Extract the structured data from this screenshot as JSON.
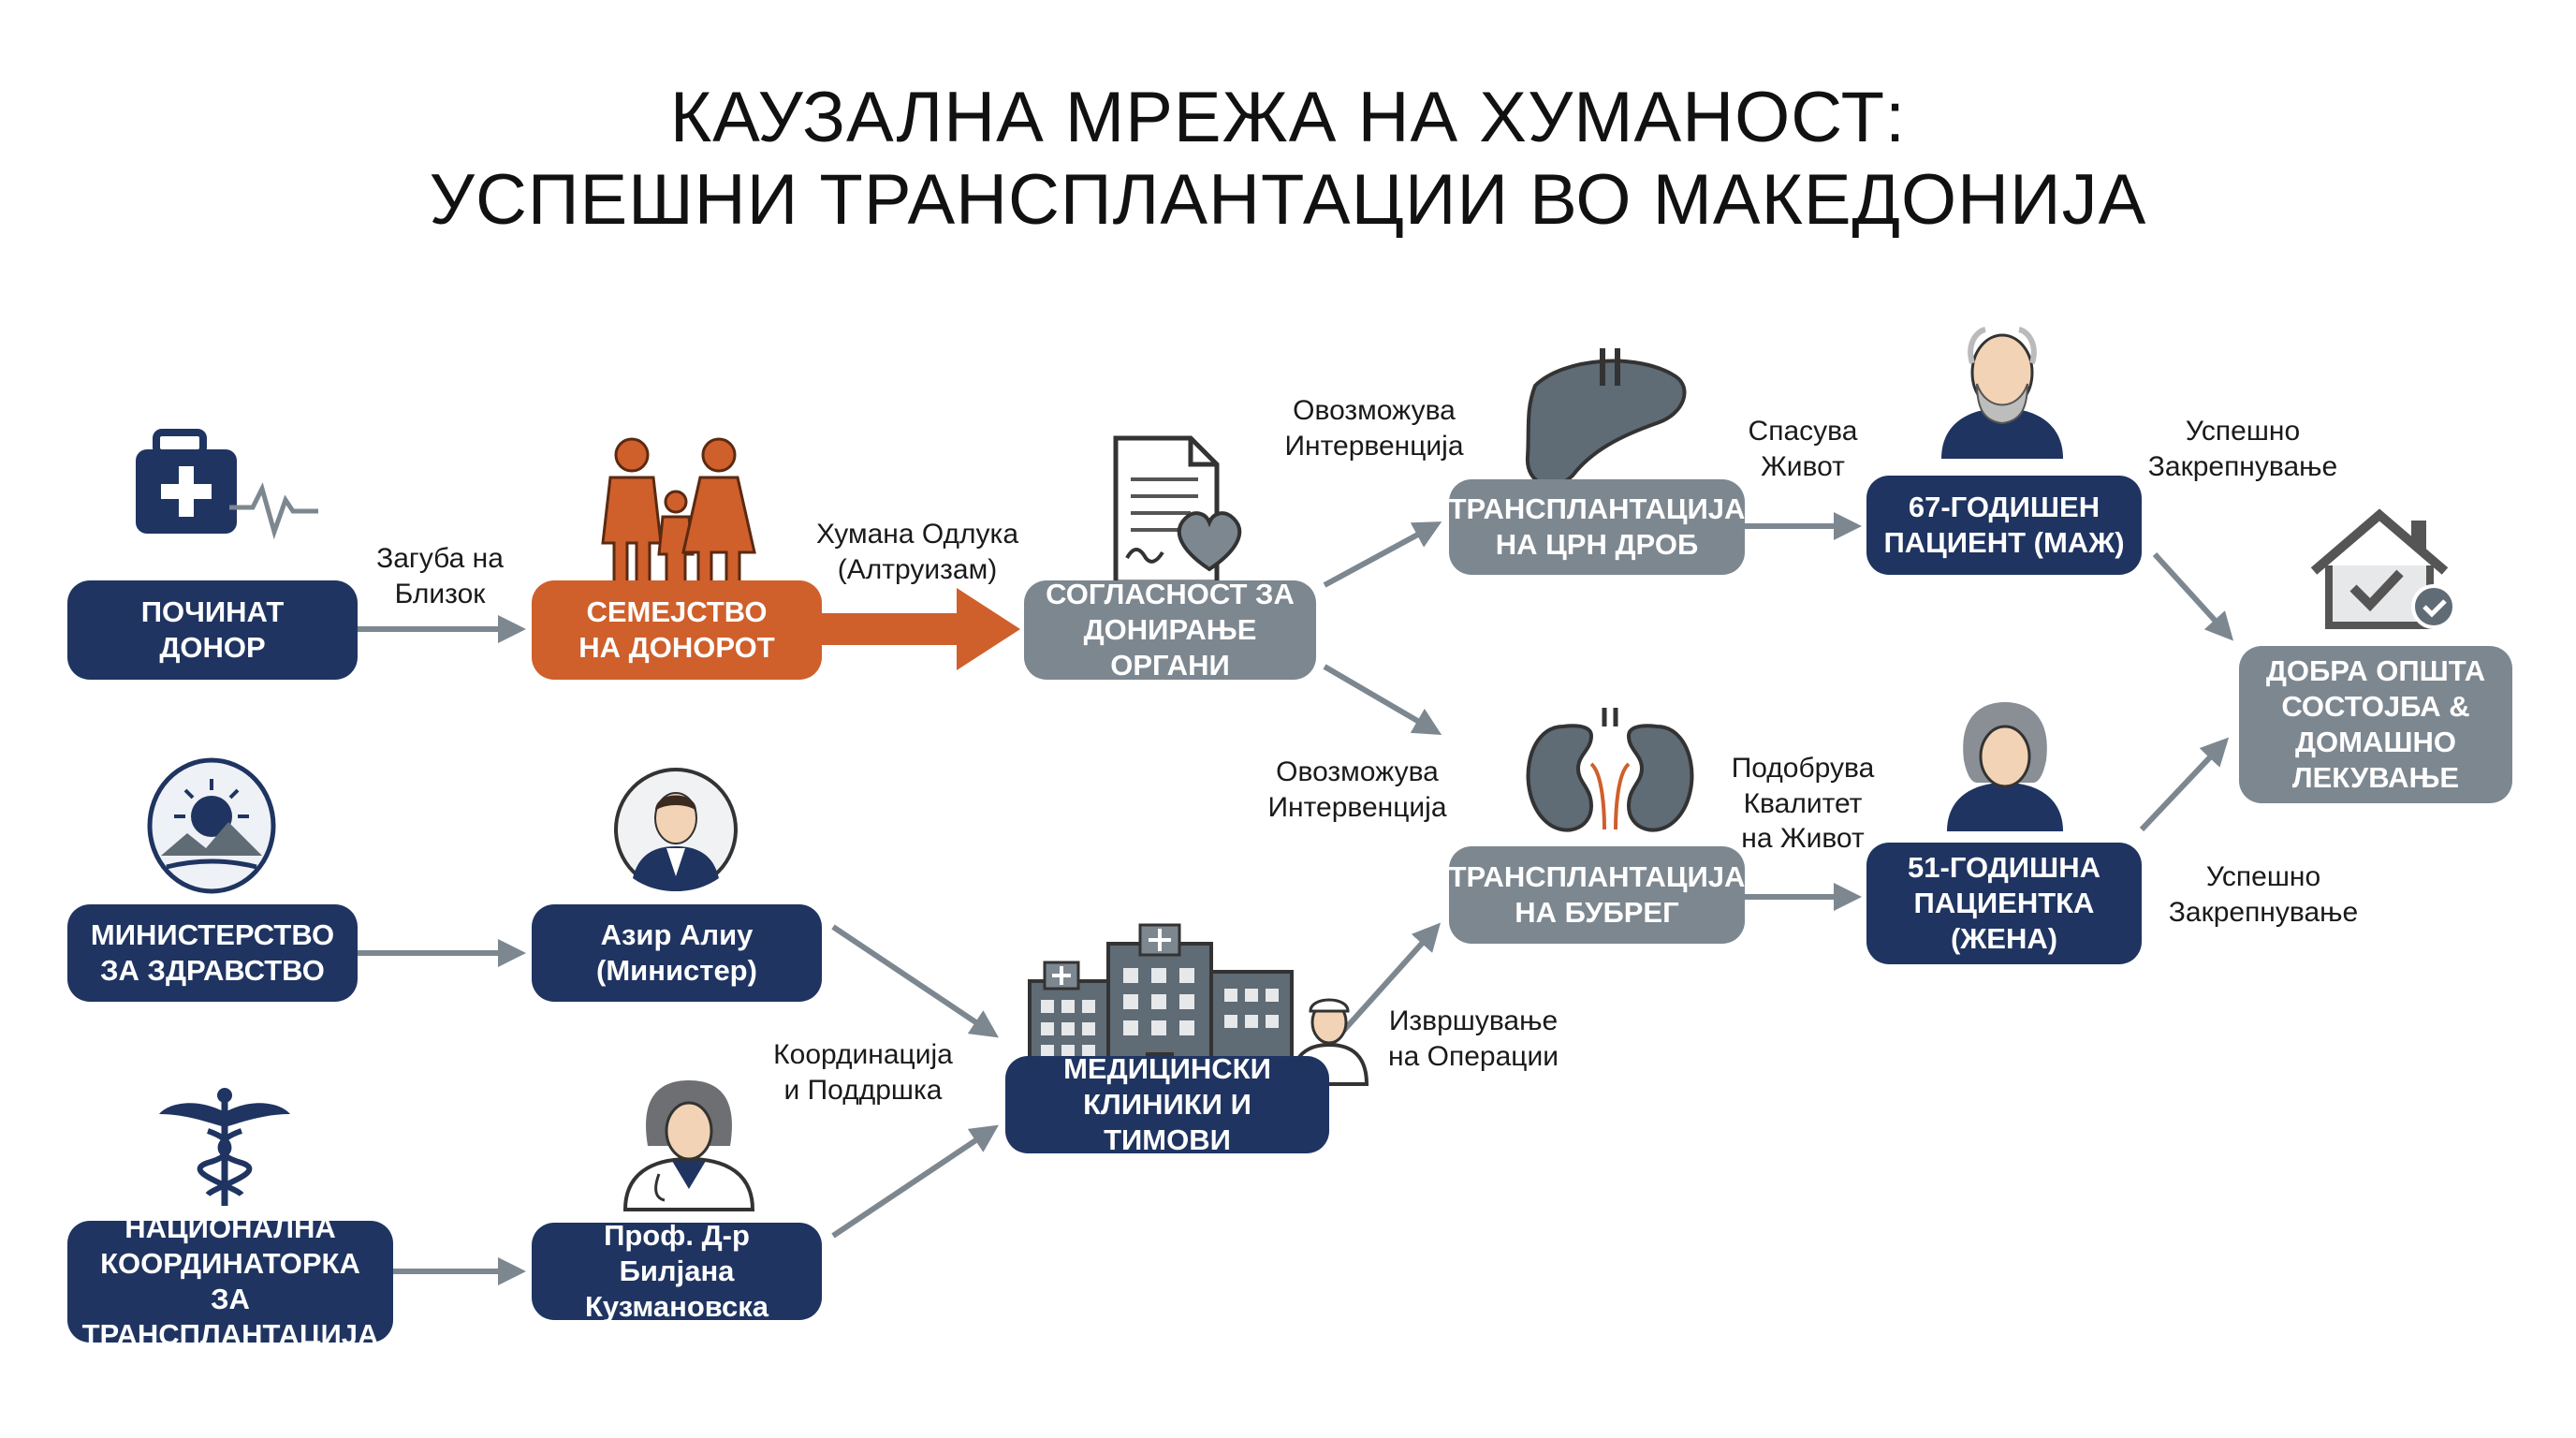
{
  "title": {
    "line1": "КАУЗАЛНА МРЕЖА НА ХУМАНОСТ:",
    "line2": "УСПЕШНИ ТРАНСПЛАНТАЦИИ ВО МАКЕДОНИЈА"
  },
  "nodes": {
    "donor": "ПОЧИНАТ\nДОНОР",
    "family": "СЕМЕЈСТВО\nНА ДОНОРОТ",
    "consent": "СОГЛАСНОСТ ЗА\nДОНИРАЊЕ ОРГАНИ",
    "liver": "ТРАНСПЛАНТАЦИЈА\nНА ЦРН ДРОБ",
    "kidney": "ТРАНСПЛАНТАЦИЈА\nНА БУБРЕГ",
    "patient_male": "67-ГОДИШЕН\nПАЦИЕНТ (МАЖ)",
    "patient_female": "51-ГОДИШНА\nПАЦИЕНТКА\n(ЖЕНА)",
    "outcome": "ДОБРА ОПШТА\nСОСТОЈБА &\nДОМАШНО\nЛЕКУВАЊЕ",
    "ministry": "МИНИСТЕРСТВО\nЗА ЗДРАВСТВО",
    "minister": "Азир Алиу\n(Министер)",
    "coordinator_role": "НАЦИОНАЛНА\nКООРДИНАТОРКА ЗА\nТРАНСПЛАНТАЦИЈА",
    "coordinator": "Проф. Д-р Билјана\nКузмановска",
    "clinics": "МЕДИЦИНСКИ\nКЛИНИКИ И ТИМОВИ"
  },
  "labels": {
    "loss": "Загуба на\nБлизок",
    "decision": "Хумана Одлука\n(Алтруизам)",
    "enables_top": "Овозможува\nИнтервенција",
    "enables_bottom": "Овозможува\nИнтервенција",
    "saves": "Спасува\nЖивот",
    "improves": "Подобрува\nКвалитет\nна Живот",
    "recovery_top": "Успешно\nЗакрепнување",
    "recovery_bottom": "Успешно\nЗакрепнување",
    "coordination": "Координација\nи Поддршка",
    "operations": "Извршување\nна Операции"
  },
  "icons": [
    "medical-kit-icon",
    "family-icon",
    "consent-document-icon",
    "liver-icon",
    "kidney-icon",
    "elderly-man-icon",
    "woman-icon",
    "home-check-icon",
    "coat-of-arms-icon",
    "minister-icon",
    "caduceus-icon",
    "female-doctor-icon",
    "hospital-icon"
  ],
  "colors": {
    "navy": "#1f3461",
    "orange": "#cf5f2b",
    "gray": "#7d8790",
    "arrow": "#7d8790"
  }
}
